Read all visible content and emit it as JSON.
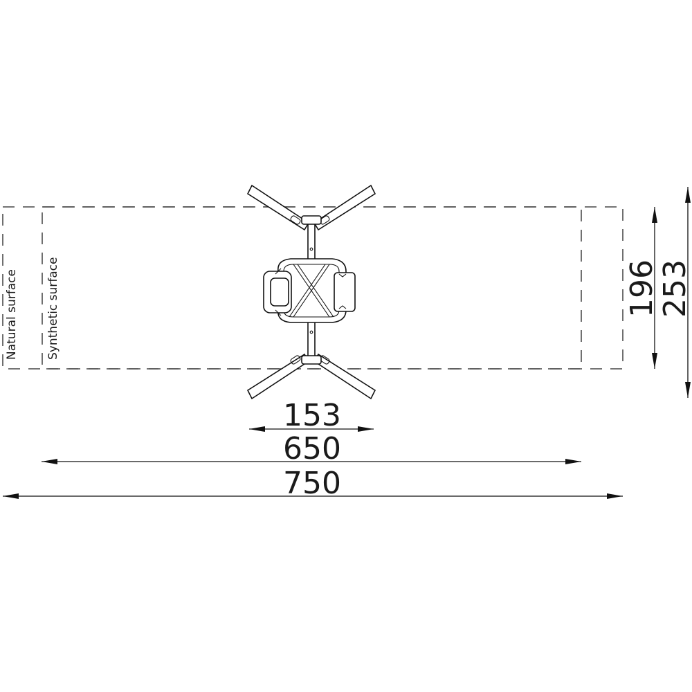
{
  "surface_labels": {
    "natural": "Natural surface",
    "synthetic": "Synthetic surface"
  },
  "dimensions": {
    "equipment_width": "153",
    "synthetic_length": "650",
    "natural_length": "750",
    "synthetic_depth": "196",
    "natural_depth": "253"
  }
}
